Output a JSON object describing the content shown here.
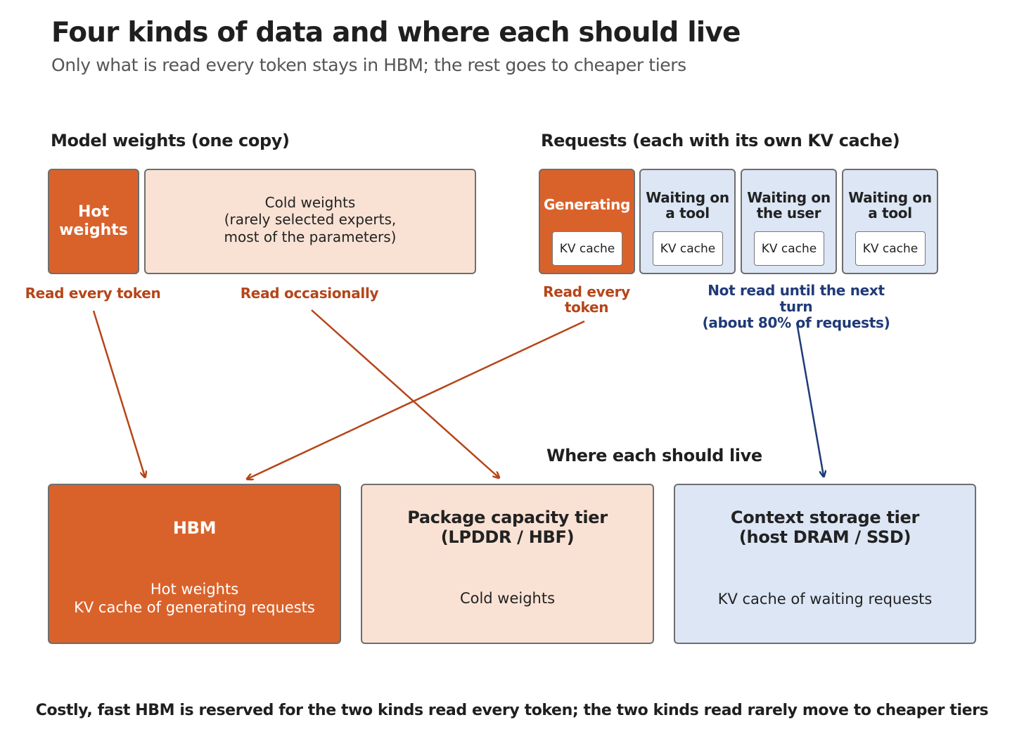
{
  "title": "Four kinds of data and where each should live",
  "subtitle": "Only what is read every token stays in HBM; the rest goes to cheaper tiers",
  "weights_section": {
    "heading": "Model weights (one copy)",
    "hot": "Hot\nweights",
    "cold": "Cold weights\n(rarely selected experts,\nmost of the parameters)",
    "hot_label": "Read every token",
    "cold_label": "Read occasionally"
  },
  "requests_section": {
    "heading": "Requests (each with its own KV cache)",
    "items": [
      {
        "label": "Generating",
        "kv": "KV cache"
      },
      {
        "label": "Waiting on\na tool",
        "kv": "KV cache"
      },
      {
        "label": "Waiting on\nthe user",
        "kv": "KV cache"
      },
      {
        "label": "Waiting on\na tool",
        "kv": "KV cache"
      }
    ],
    "generating_label": "Read every\ntoken",
    "waiting_label": "Not read until the next turn\n(about 80% of requests)"
  },
  "tiers_heading": "Where each should live",
  "tiers": [
    {
      "title": "HBM",
      "content": "Hot weights\nKV cache of generating requests"
    },
    {
      "title": "Package capacity tier\n(LPDDR / HBF)",
      "content": "Cold weights"
    },
    {
      "title": "Context storage tier\n(host DRAM / SSD)",
      "content": "KV cache of waiting requests"
    }
  ],
  "footer": "Costly, fast HBM is reserved for the two kinds read every token; the two kinds read rarely move to cheaper tiers",
  "colors": {
    "orange": "#d9622b",
    "peach": "#f9e2d4",
    "blue": "#dce6f5",
    "arrow_orange": "#b64519",
    "arrow_blue": "#1f3a78"
  }
}
